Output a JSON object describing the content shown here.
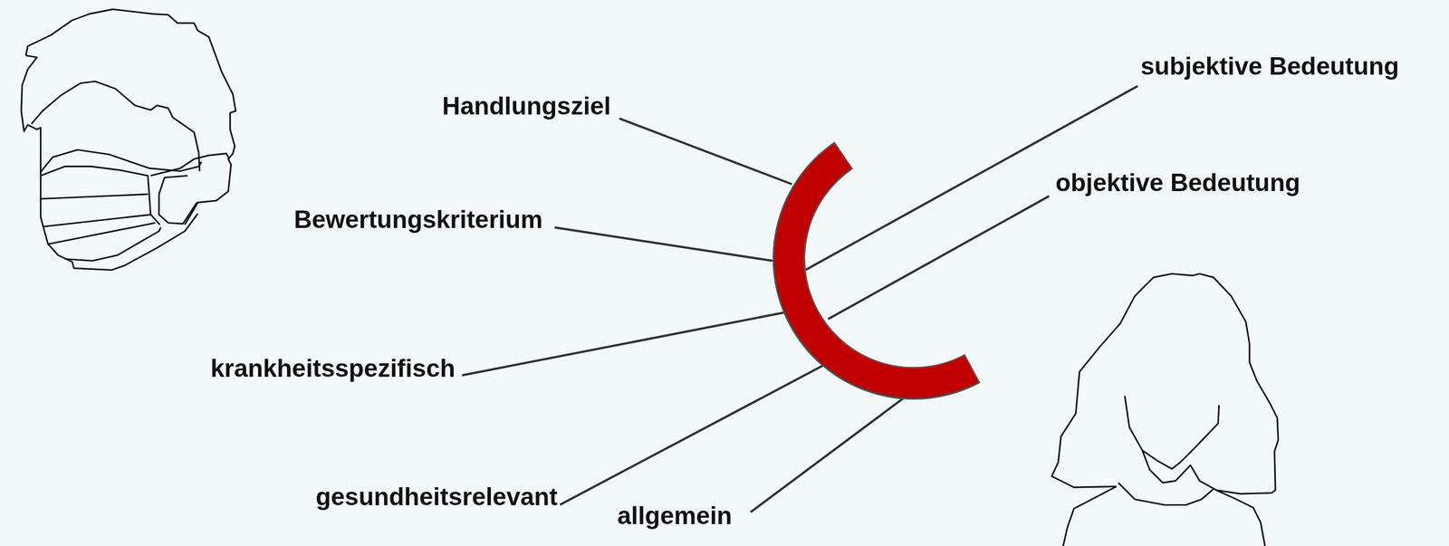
{
  "diagram": {
    "labels": [
      "Handlungsziel",
      "subjektive Bedeutung",
      "objektive Bedeutung",
      "Bewertungskriterium",
      "krankheitsspezifisch",
      "gesundheitsrelevant",
      "allgemein"
    ]
  }
}
